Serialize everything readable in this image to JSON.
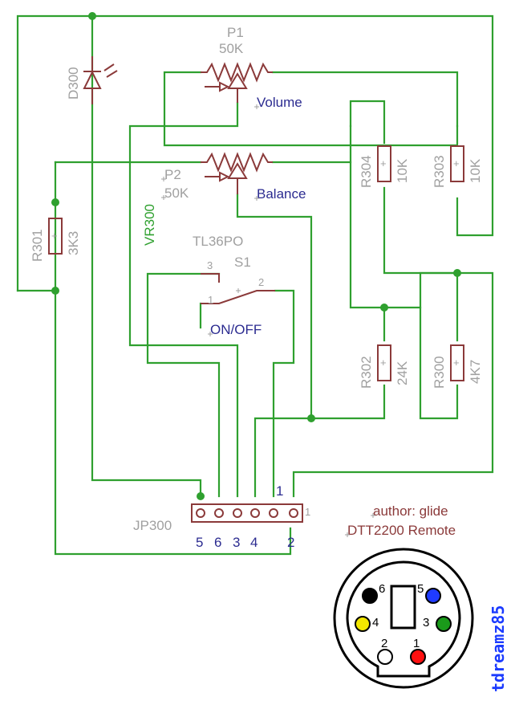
{
  "components": {
    "p1": {
      "name": "P1",
      "value": "50K",
      "net": "Volume"
    },
    "p2": {
      "name": "P2",
      "value": "50K",
      "net": "Balance"
    },
    "d300": {
      "name": "D300"
    },
    "vr300": {
      "name": "VR300"
    },
    "r301": {
      "name": "R301",
      "value": "3K3"
    },
    "r304": {
      "name": "R304",
      "value": "10K"
    },
    "r303": {
      "name": "R303",
      "value": "10K"
    },
    "r302": {
      "name": "R302",
      "value": "24K"
    },
    "r300": {
      "name": "R300",
      "value": "4K7"
    },
    "s1": {
      "name": "S1",
      "part": "TL36PO",
      "pin1": "1",
      "pin2": "2",
      "pin3": "3",
      "label": "ON/OFF"
    },
    "jp300": {
      "name": "JP300",
      "side_label": "1",
      "top_label": "1",
      "pin_labels": [
        "5",
        "6",
        "3",
        "4",
        "2"
      ]
    }
  },
  "notes": {
    "author": "author: glide",
    "project": "DTT2200 Remote",
    "signature": "tdreamz85"
  },
  "din_connector": {
    "pins": [
      {
        "label": "6",
        "color": "#000000"
      },
      {
        "label": "5",
        "color": "#1f3bff"
      },
      {
        "label": "4",
        "color": "#f2e600"
      },
      {
        "label": "3",
        "color": "#1a9a1a"
      },
      {
        "label": "2",
        "color": "#ffffff"
      },
      {
        "label": "1",
        "color": "#ff1010"
      }
    ]
  },
  "colors": {
    "wire": "#2fa02f",
    "part": "#8b3a3a",
    "label": "#a0a0a0",
    "net": "#2b2b90",
    "brand": "#1b3bff"
  }
}
